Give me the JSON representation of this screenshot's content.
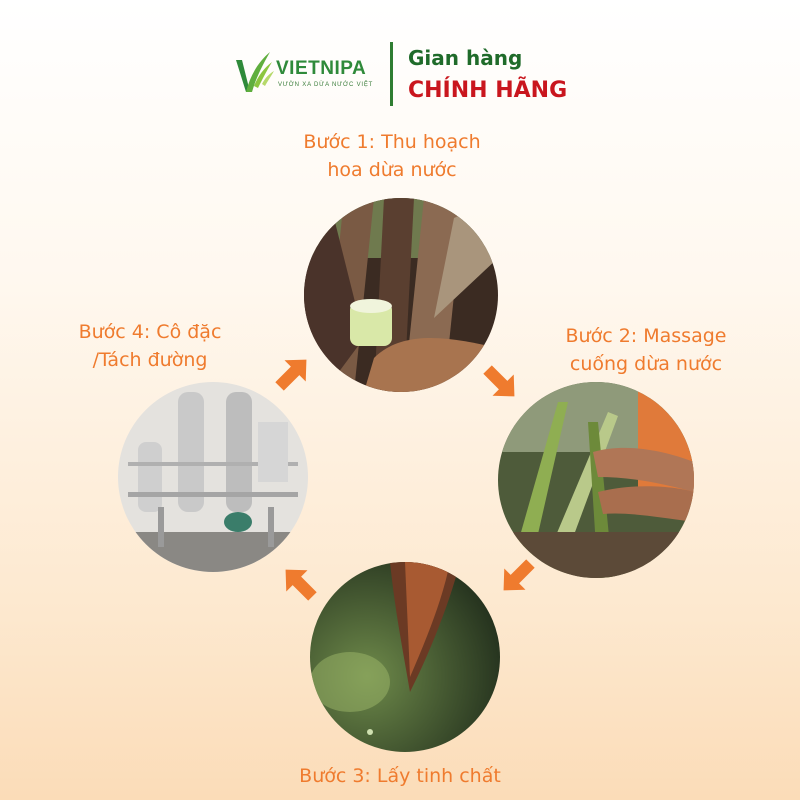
{
  "brand": {
    "name": "VIETNIPA",
    "tagline": "VƯỜN XA DỪA NƯỚC VIỆT",
    "logo_color": "#2f8a3a"
  },
  "shop": {
    "label": "Gian hàng",
    "title": "CHÍNH HÃNG",
    "label_color": "#1f6b2a",
    "title_color": "#c9161e"
  },
  "accent_color": "#ef7b2e",
  "steps": [
    {
      "line1": "Bước 1: Thu hoạch",
      "line2": "hoa dừa nước",
      "photo_icon": "harvest-photo"
    },
    {
      "line1": "Bước 2: Massage",
      "line2": "cuống dừa nước",
      "photo_icon": "massage-photo"
    },
    {
      "line1": "Bước 3: Lấy tinh chất",
      "line2": "",
      "photo_icon": "extract-photo"
    },
    {
      "line1": "Bước 4: Cô đặc",
      "line2": "/Tách đường",
      "photo_icon": "equipment-photo"
    }
  ],
  "arrows": [
    "arrow-right-down-icon",
    "arrow-left-down-icon",
    "arrow-left-up-icon",
    "arrow-right-up-icon"
  ]
}
